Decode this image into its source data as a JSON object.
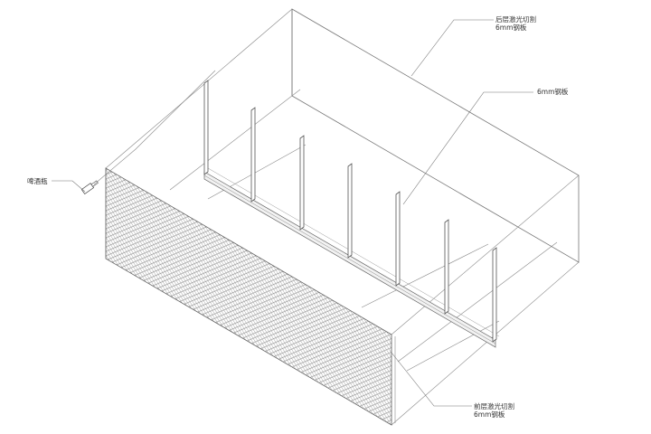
{
  "drawing": {
    "type": "isometric construction detail",
    "background": "#ffffff",
    "line_color": "#777777",
    "text_color": "#333333"
  },
  "labels": {
    "back_panel": {
      "line1": "后层激光切割",
      "line2": "6mm钢板"
    },
    "fins": {
      "line1": "6mm钢板"
    },
    "bottle": {
      "line1": "啤酒瓶"
    },
    "front_panel": {
      "line1": "前层激光切割",
      "line2": "6mm钢板"
    }
  },
  "components": [
    {
      "id": "back-panel",
      "description": "rear laser-cut perforated steel panel (circular holes)"
    },
    {
      "id": "front-panel",
      "description": "front laser-cut perforated steel panel (diamond mesh)"
    },
    {
      "id": "fins",
      "count": 7,
      "description": "vertical 6mm steel plate fins"
    },
    {
      "id": "base-rail",
      "description": "steel base channel holding fins"
    },
    {
      "id": "beer-bottle",
      "description": "beer bottle for scale"
    }
  ]
}
